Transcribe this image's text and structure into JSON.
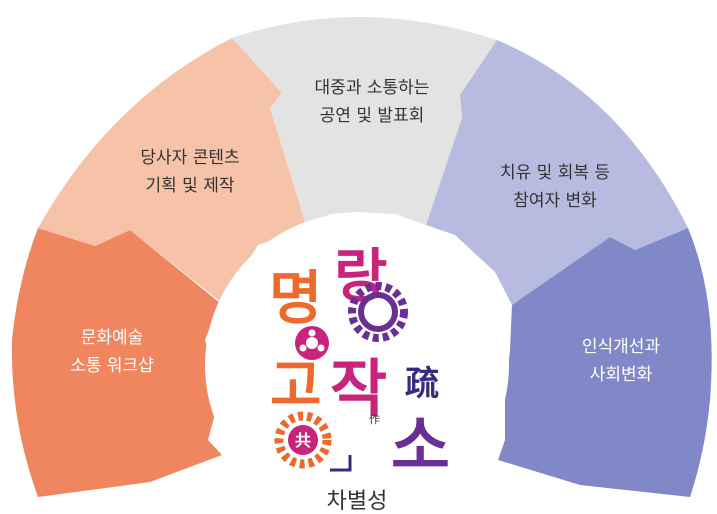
{
  "segments": [
    {
      "id": "workshop",
      "lines": [
        "문화예술",
        "소통 워크샵"
      ],
      "color": "#ef8660",
      "text_color": "#ffffff"
    },
    {
      "id": "contents",
      "lines": [
        "당사자 콘텐츠",
        "기획 및 제작"
      ],
      "color": "#f7c3a8",
      "text_color": "#333333"
    },
    {
      "id": "performance",
      "lines": [
        "대중과 소통하는",
        "공연 및 발표회"
      ],
      "color": "#e3e3e3",
      "text_color": "#333333"
    },
    {
      "id": "healing",
      "lines": [
        "치유 및 회복 등",
        "참여자 변화"
      ],
      "color": "#b8bbe0",
      "text_color": "#333333"
    },
    {
      "id": "awareness",
      "lines": [
        "인식개선과",
        "사회변화"
      ],
      "color": "#8088c8",
      "text_color": "#ffffff"
    }
  ],
  "logo": {
    "chars": {
      "myeong": "명",
      "rang": "랑",
      "go": "고",
      "jak": "작",
      "so_hanja": "疏",
      "jak_hanja": "作",
      "so": "소",
      "gong_hanja": "共"
    },
    "colors": {
      "orange": "#ee6a2c",
      "magenta": "#c8247c",
      "purple": "#6a2f93",
      "dark_purple": "#3a2a7c"
    }
  },
  "center_caption": "차별성"
}
